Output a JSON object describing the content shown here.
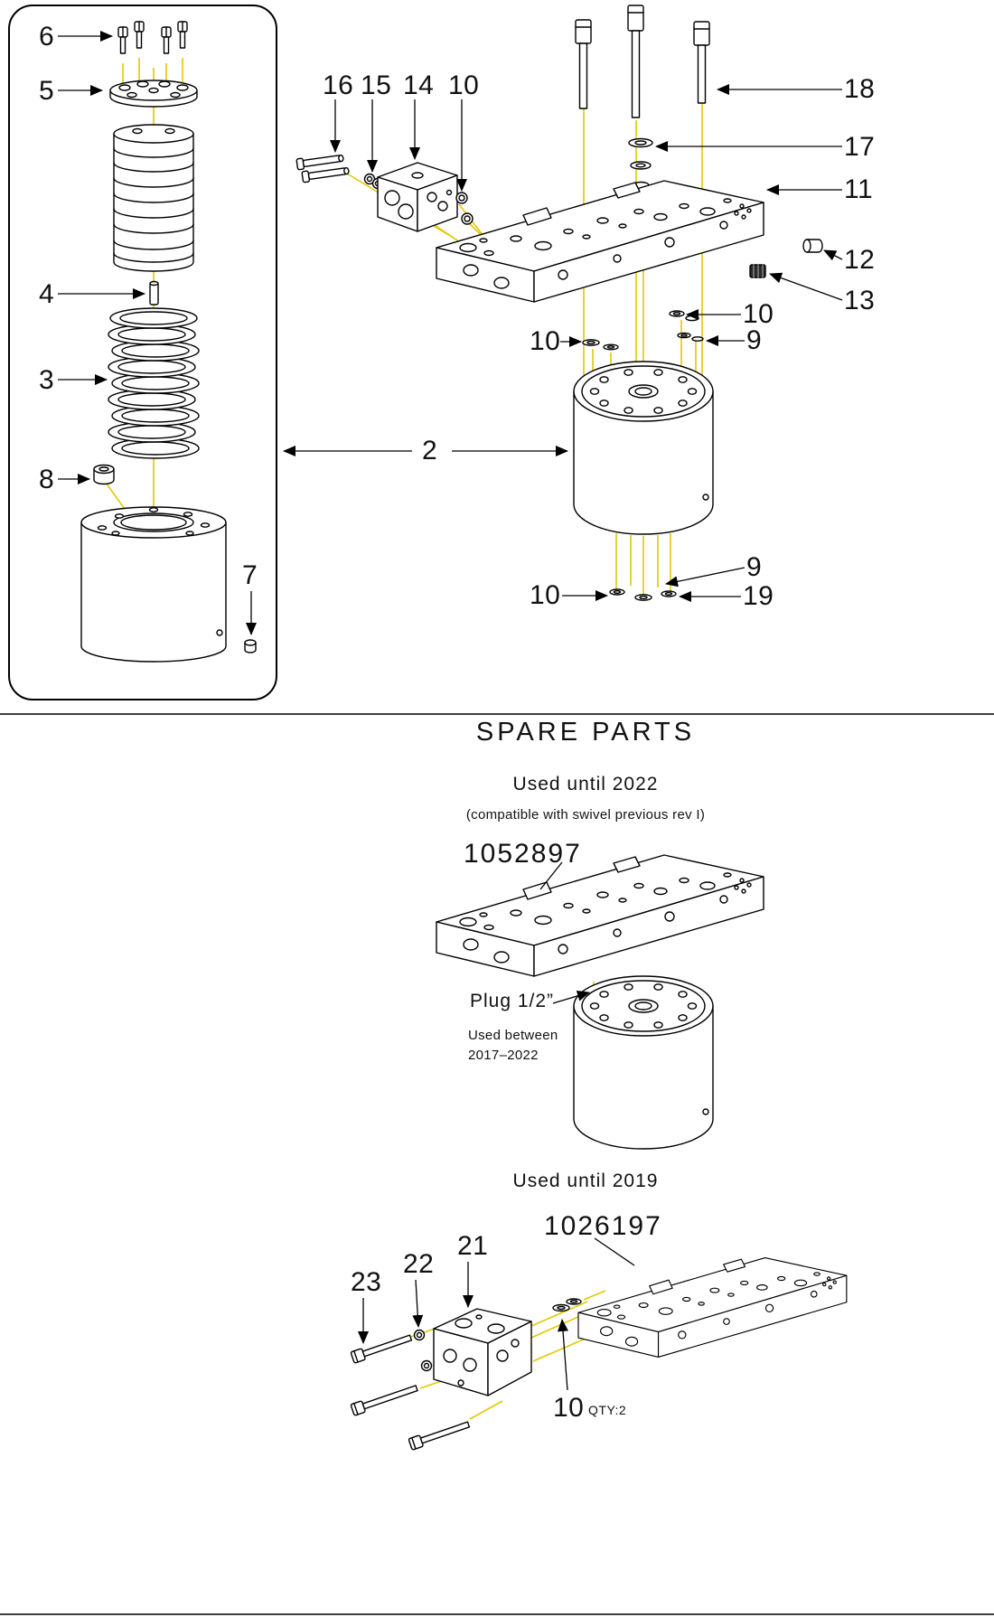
{
  "colors": {
    "line": "#000000",
    "guide_line": "#e3c800",
    "background": "#ffffff"
  },
  "diagram": {
    "callouts": {
      "screws": "6",
      "top_plate": "5",
      "pin": "4",
      "spring": "3",
      "plug_8": "8",
      "small_plug_7": "7",
      "pins_16": "16",
      "washers_15": "15",
      "valve_block_14": "14",
      "orings_valve": "10",
      "bolt_18": "18",
      "washers_17": "17",
      "manifold_plate_11": "11",
      "plug_12": "12",
      "plug_13": "13",
      "orings_upper_right": "10",
      "washers_upper_right": "9",
      "orings_upper_left": "10",
      "swivel_body_2": "2",
      "washers_lower": "9",
      "orings_lower": "10",
      "washer_19": "19"
    }
  },
  "spare_parts": {
    "title": "SPARE PARTS",
    "until_2022": {
      "heading": "Used until 2022",
      "note": "(compatible with swivel previous rev I)",
      "part_number": "1052897",
      "plug_label": "Plug 1/2”",
      "plug_note_line1": "Used between",
      "plug_note_line2": "2017–2022"
    },
    "until_2019": {
      "heading": "Used until 2019",
      "part_number": "1026197",
      "callout_block": "21",
      "callout_washers": "22",
      "callout_screws": "23",
      "callout_orings": "10",
      "qty": "QTY:2"
    }
  }
}
